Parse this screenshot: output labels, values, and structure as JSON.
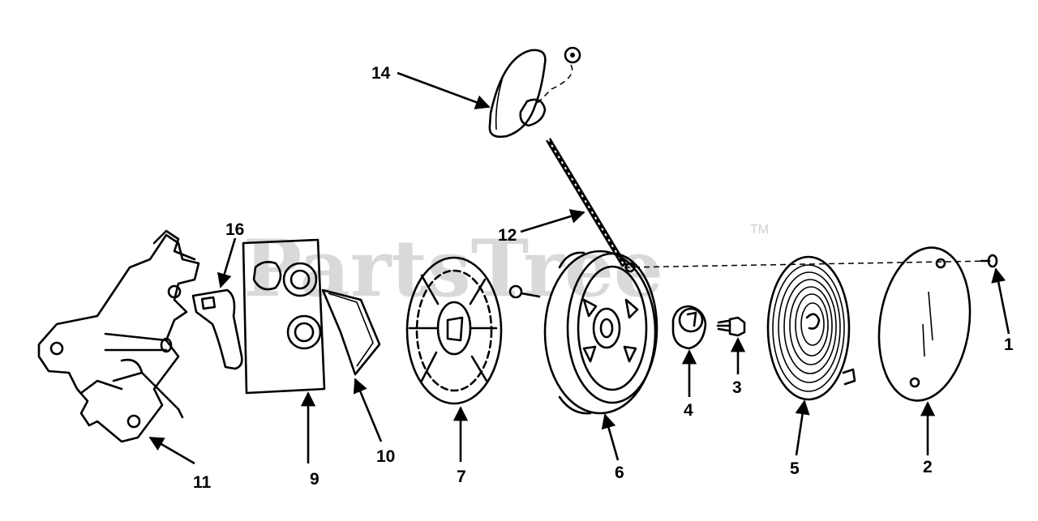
{
  "watermark": {
    "text": "PartsTree",
    "trademark": "TM"
  },
  "callouts": {
    "c1": "1",
    "c2": "2",
    "c3": "3",
    "c4": "4",
    "c5": "5",
    "c6": "6",
    "c7": "7",
    "c9": "9",
    "c10": "10",
    "c11": "11",
    "c12": "12",
    "c14": "14",
    "c16": "16"
  },
  "colors": {
    "line": "#000000",
    "watermark": "#d9d9d9",
    "background": "#ffffff"
  }
}
